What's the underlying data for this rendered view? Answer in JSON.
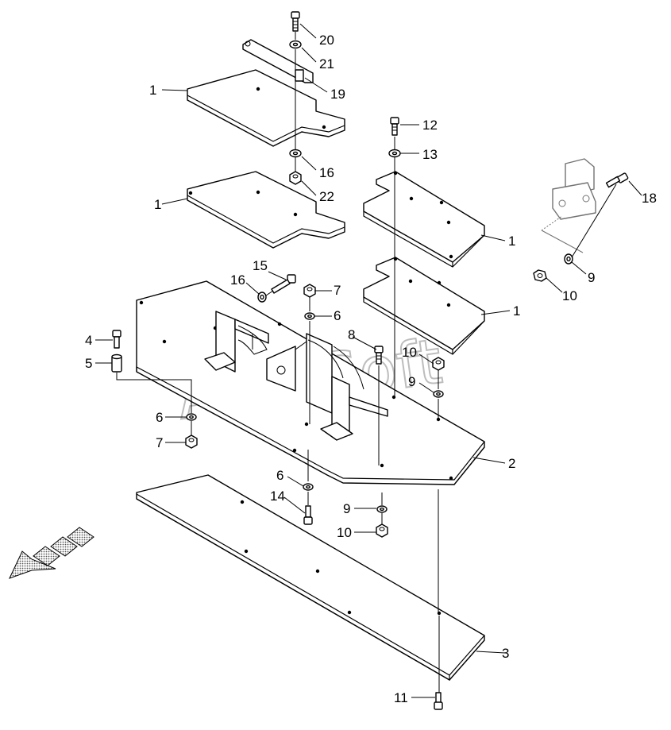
{
  "watermark": "AutoSoft",
  "callouts": {
    "c1a": "1",
    "c1b": "1",
    "c1c": "1",
    "c1d": "1",
    "c2": "2",
    "c3": "3",
    "c4": "4",
    "c5": "5",
    "c6a": "6",
    "c6b": "6",
    "c6c": "6",
    "c7a": "7",
    "c7b": "7",
    "c8": "8",
    "c9a": "9",
    "c9b": "9",
    "c9c": "9",
    "c10a": "10",
    "c10b": "10",
    "c10c": "10",
    "c11": "11",
    "c12": "12",
    "c13": "13",
    "c14": "14",
    "c15": "15",
    "c16a": "16",
    "c16b": "16",
    "c18": "18",
    "c19": "19",
    "c20": "20",
    "c21": "21",
    "c22": "22"
  },
  "colors": {
    "line": "#000000",
    "background": "#ffffff",
    "watermark": "#bdbdbd",
    "arrow_fill": "#9a9a9a"
  },
  "icons": {
    "direction_arrow": "front-direction-arrow-icon"
  }
}
